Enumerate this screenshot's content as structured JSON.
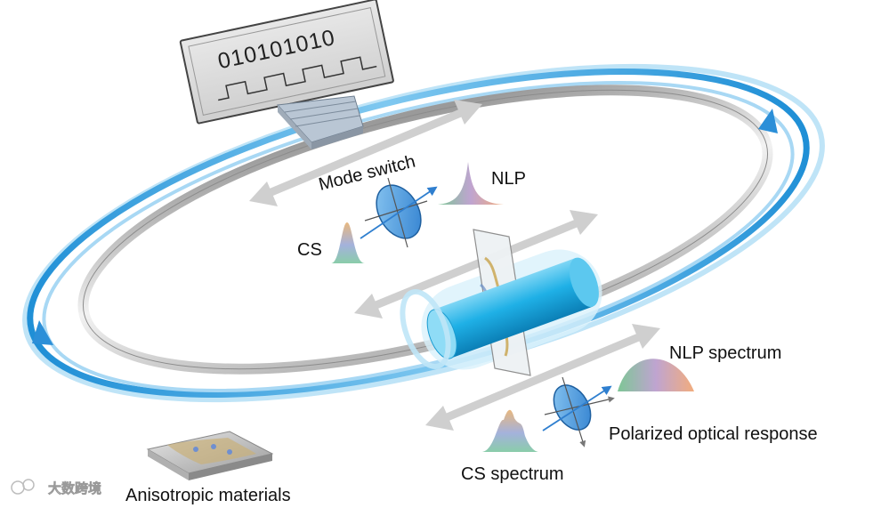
{
  "display": {
    "code": "010101010"
  },
  "labels": {
    "mode_switch": "Mode switch",
    "nlp": "NLP",
    "cs": "CS",
    "nlp_spectrum": "NLP spectrum",
    "polarized_response": "Polarized optical response",
    "cs_spectrum": "CS spectrum",
    "anisotropic_materials": "Anisotropic materials"
  },
  "watermark": {
    "text": "大数跨境"
  },
  "colors": {
    "ring_blue": "#3aa6e0",
    "ring_light_blue": "#9fd3f2",
    "ring_grey": "#c8c8c8",
    "fiber_cyan": "#29b3e6",
    "arrow_grey": "#c9c9c9",
    "polarizer_blue": "#2f8bd8"
  }
}
